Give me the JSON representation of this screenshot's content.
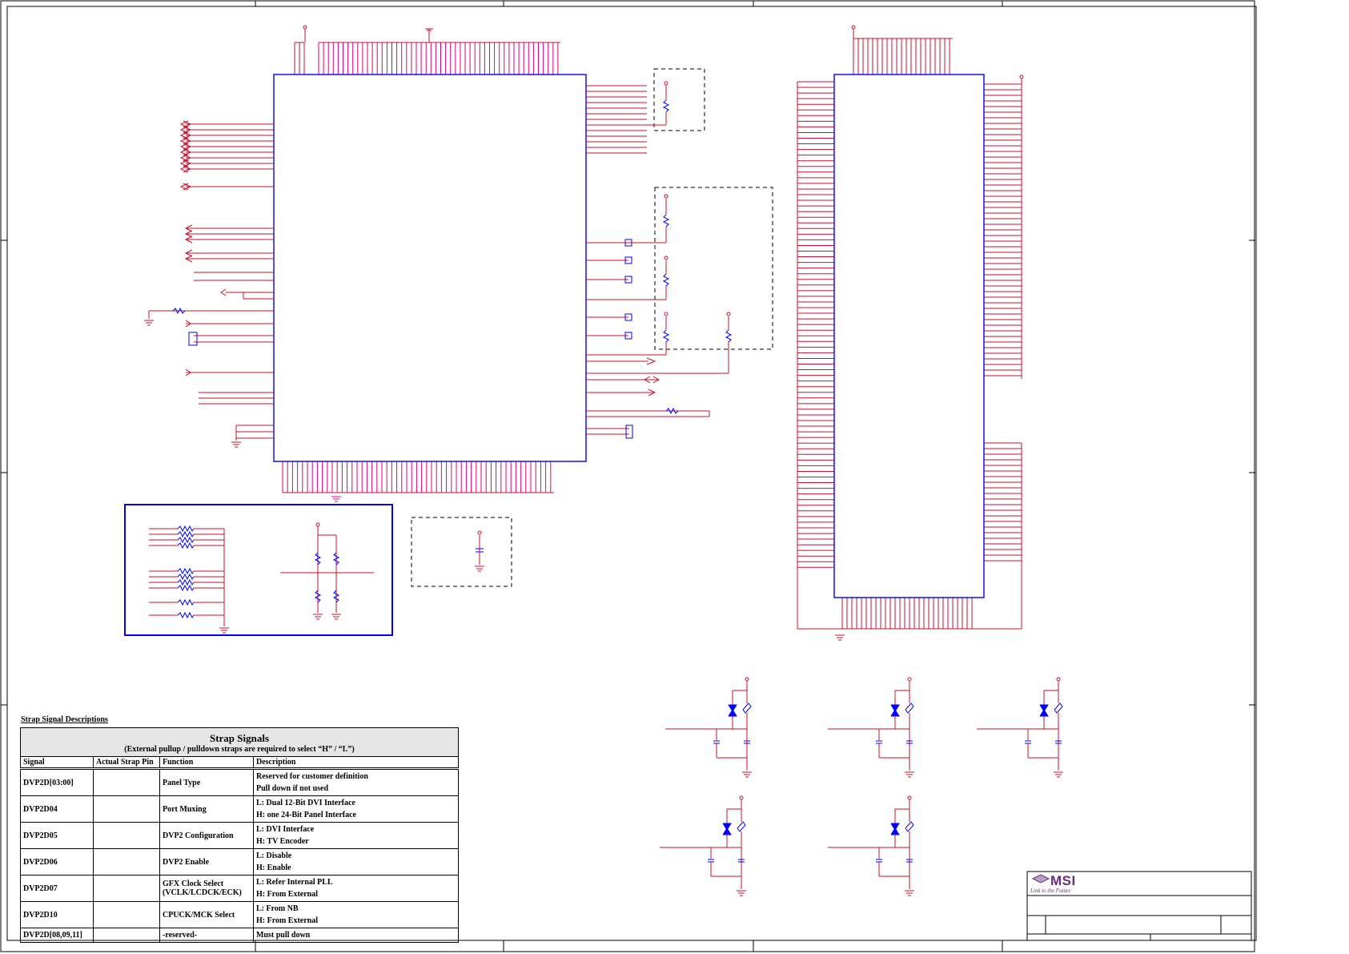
{
  "strap_table": {
    "caption": "Strap Signal Descriptions",
    "title": "Strap Signals",
    "subtitle": "(External pullup / pulldown straps are required to select “H” / “L”)",
    "columns": [
      "Signal",
      "Actual Strap Pin",
      "Function",
      "Description"
    ],
    "rows": [
      {
        "signal": "DVP2D[03:00]",
        "pin": "",
        "function": "Panel Type",
        "desc1": "Reserved for customer definition",
        "desc2": "Pull down if not used"
      },
      {
        "signal": "DVP2D04",
        "pin": "",
        "function": "Port Muxing",
        "desc1": "L: Dual 12-Bit DVI Interface",
        "desc2": "H: one 24-Bit Panel Interface"
      },
      {
        "signal": "DVP2D05",
        "pin": "",
        "function": "DVP2 Configuration",
        "desc1": "L: DVI Interface",
        "desc2": "H: TV Encoder"
      },
      {
        "signal": "DVP2D06",
        "pin": "",
        "function": "DVP2 Enable",
        "desc1": "L: Disable",
        "desc2": "H: Enable"
      },
      {
        "signal": "DVP2D07",
        "pin": "",
        "function": "GFX Clock Select (VCLK/LCDCK/ECK)",
        "desc1": "L: Refer Internal PLL",
        "desc2": "H: From External"
      },
      {
        "signal": "DVP2D10",
        "pin": "",
        "function": "CPUCK/MCK Select",
        "desc1": "L: From NB",
        "desc2": "H: From External"
      },
      {
        "signal": "DVP2D[08,09,11]",
        "pin": "",
        "function": "-reserved-",
        "desc1": "Must pull down",
        "desc2": ""
      }
    ]
  },
  "title_block": {
    "logo_text": "MSI",
    "tagline": "Link to the Future"
  },
  "colors": {
    "wire": "#c8102e",
    "pin_magenta": "#e0007a",
    "component_outline": "#0000ff",
    "net_dot": "#8000ff",
    "frame": "#000000"
  }
}
